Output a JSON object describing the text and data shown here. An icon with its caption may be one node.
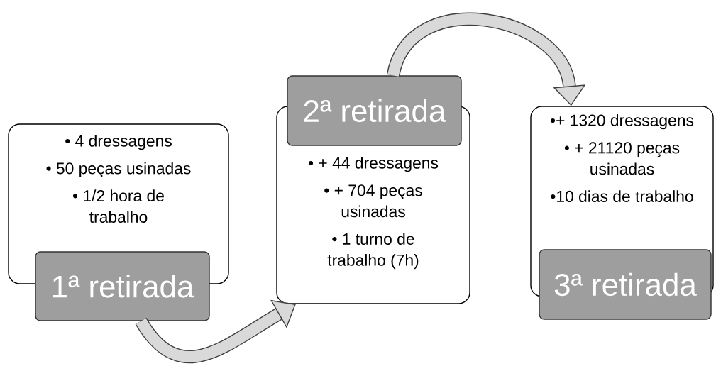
{
  "diagram": {
    "nodes": [
      {
        "text": [
          "• 4 dressagens",
          "•  50 peças usinadas",
          "• 1/2 hora de trabalho"
        ]
      },
      {
        "text": [
          "1ª retirada"
        ]
      },
      {
        "text": [
          "•  + 44 dressagens",
          "•  + 704 peças usinadas",
          "• 1 turno de trabalho (7h)"
        ]
      },
      {
        "text": [
          "2ª retirada"
        ]
      },
      {
        "text": [
          "•+ 1320 dressagens",
          "• + 21120 peças usinadas",
          "•10 dias de trabalho"
        ]
      },
      {
        "text": [
          "3ª retirada"
        ]
      }
    ],
    "edges": [
      {
        "from": 1,
        "to": 2,
        "arrow": "to"
      },
      {
        "from": 3,
        "to": 4,
        "arrow": "to"
      }
    ]
  }
}
